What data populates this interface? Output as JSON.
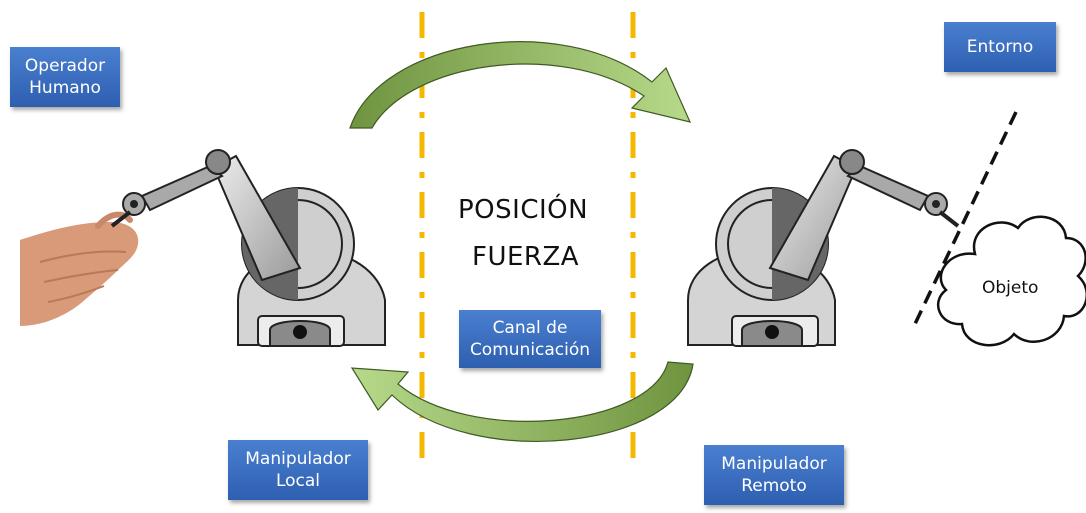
{
  "labels": {
    "operador_line1": "Operador",
    "operador_line2": "Humano",
    "entorno": "Entorno",
    "canal_line1": "Canal de",
    "canal_line2": "Comunicación",
    "manip_local_line1": "Manipulador",
    "manip_local_line2": "Local",
    "manip_remoto_line1": "Manipulador",
    "manip_remoto_line2": "Remoto",
    "posicion": "POSICIÓN",
    "fuerza": "FUERZA",
    "objeto": "Objeto"
  },
  "colors": {
    "label_box": "#3a6fc4",
    "divider": "#f5b800",
    "arrow_green": "#8fb55a",
    "robot_body": "#d4d4d4",
    "robot_dark": "#333333"
  }
}
